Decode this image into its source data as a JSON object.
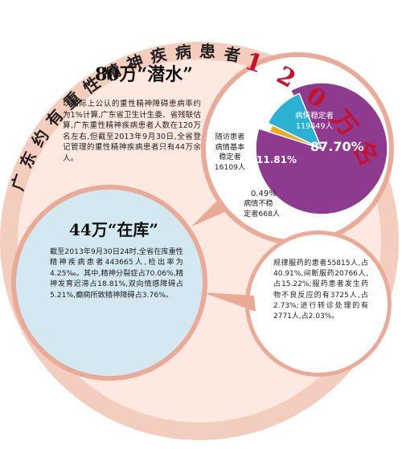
{
  "title": {
    "prefix_chars": [
      "广",
      "东",
      "约",
      "有",
      "重",
      "性",
      "精",
      "神",
      "疾",
      "病",
      "患",
      "者"
    ],
    "highlight_chars": [
      "1",
      "2",
      "0",
      "万",
      "名"
    ]
  },
  "top_section": {
    "heading": "80万“潜水”",
    "paragraph": "以国际上公认的重性精神障碍患病率约为1%计算,广东省卫生计生委、省残联估算,广东重性精神疾病患者人数在120万名左右,但截至2013年9月30日,全省登记管理的重性精神疾病患者只有44万余人。"
  },
  "middle_section": {
    "heading": "44万“在库”",
    "paragraph": "截至2013年9月30日24时,全省在库重性精神疾病患者443665人,检出率为4.25‰。其中,精神分裂症占70.06%,精神发育迟滞占18.81%,双向情感障碍占5.21%,癫痫所致精神障碍占3.76%。"
  },
  "pie": {
    "slices": [
      {
        "label_lines": [
          "病情稳定者",
          "119649人"
        ],
        "value": 87.7,
        "pct_text": "87.70%",
        "color": "#8e3a8e"
      },
      {
        "label_lines": [
          "随访患者",
          "病情基本",
          "稳定者",
          "16109人"
        ],
        "value": 11.81,
        "pct_text": "11.81%",
        "color": "#2ab1d3"
      },
      {
        "label_lines": [
          "病情不稳",
          "定者668人"
        ],
        "value": 0.49,
        "pct_text": "0.49%",
        "color": "#f0a91c"
      }
    ]
  },
  "bottom_bubble": {
    "paragraph": "规律服药的患者55815人,占40.91%,间断服药20766人,占15.22%;服药患者发生药物不良反应的有3725人,占2.73%;进行转诊处理的有2771人,占2.03%。"
  },
  "colors": {
    "outer_ring": "#f0c6b4",
    "inner_bg": "#fde8de",
    "accent_red": "#c8102e",
    "middle_bubble": "#cfe6ef",
    "slice_purple": "#8e3a8e",
    "slice_cyan": "#2ab1d3",
    "slice_orange": "#f0a91c"
  }
}
